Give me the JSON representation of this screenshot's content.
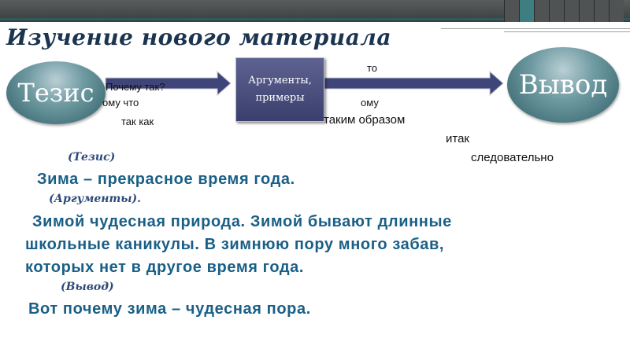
{
  "slide": {
    "title": "Изучение нового материала",
    "thesis_circle": "Тезис",
    "arguments_box": [
      "Аргументы,",
      "примеры"
    ],
    "conclusion_circle": "Вывод",
    "arrow1_labels": [
      "Почему так?",
      "ому что",
      "так как"
    ],
    "arrow2_labels": [
      "то",
      "ому",
      "таким образом"
    ],
    "connectors": [
      "итак",
      "следовательно"
    ],
    "tag_thesis": "(Тезис)",
    "thesis_text": "Зима – прекрасное время года.",
    "tag_arguments": "(Аргументы).",
    "arguments_text": [
      "Зимой чудесная природа.  Зимой бывают длинные",
      "школьные каникулы.  В зимнюю пору много забав,",
      "которых нет в другое   время года."
    ],
    "tag_conclusion": "(Вывод)",
    "conclusion_text": "Вот почему зима – чудесная пора."
  },
  "colors": {
    "title": "#1b3550",
    "body_text": "#1a5f86",
    "tag_text": "#2f4a7a",
    "arrow": "#3f4578",
    "box": "#4b5080"
  }
}
